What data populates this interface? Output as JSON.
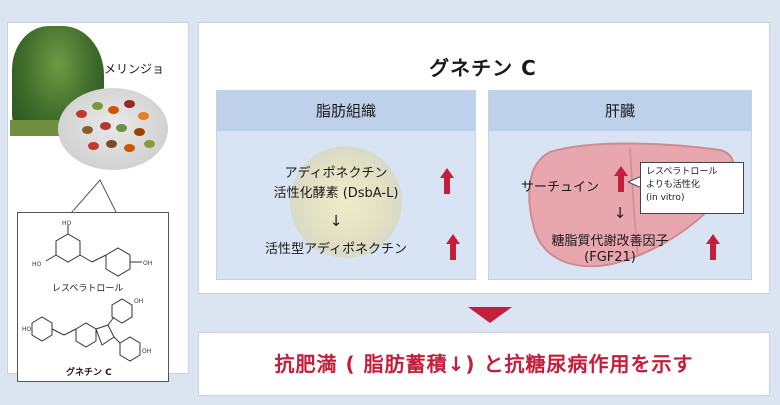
{
  "left": {
    "photo_label": "メリンジョ",
    "molecule1_label": "レスベラトロール",
    "molecule2_label": "グネチン C"
  },
  "main": {
    "title": "グネチン C",
    "adipose": {
      "header": "脂肪組織",
      "line1": "アディポネクチン",
      "line2": "活性化酵素 (DsbA-L)",
      "arrow": "↓",
      "line3": "活性型アディポネクチン"
    },
    "liver": {
      "header": "肝臓",
      "line1": "サーチュイン",
      "note_line1": "レスベラトロール",
      "note_line2": "よりも活性化",
      "note_line3": "(in vitro)",
      "arrow": "↓",
      "line2": "糖脂質代謝改善因子",
      "line3": "(FGF21)"
    }
  },
  "banner": "抗肥満 ( 脂肪蓄積↓) と抗糖尿病作用を示す",
  "colors": {
    "accent_red": "#c41e3a",
    "box_blue": "#d8e4f3",
    "header_blue": "#bfd1ea",
    "liver_pink": "#e8a7ae"
  }
}
